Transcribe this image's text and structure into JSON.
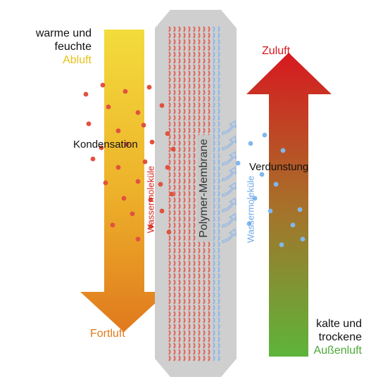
{
  "left_top": {
    "line1": "warme und",
    "line2": "feuchte",
    "line3": "Abluft"
  },
  "left_bottom": {
    "label": "Fortluft"
  },
  "right_top": {
    "label": "Zuluft"
  },
  "right_bottom": {
    "line1": "kalte und",
    "line2": "trockene",
    "line3": "Außenluft"
  },
  "center": {
    "membrane": "Polymer-Membrane",
    "left_molecules": "Wassermoleküle",
    "right_molecules": "Wassermoleküle",
    "condensation": "Kondensation",
    "evaporation": "Verdunstung"
  },
  "colors": {
    "exhaust_top": "#f3dc3c",
    "exhaust_bottom": "#e0791e",
    "supply_top": "#d7191f",
    "supply_bottom": "#5db43a",
    "abluft_text": "#e8c21a",
    "fortluft_text": "#e07a1c",
    "zuluft_text": "#d9141b",
    "aussenluft_text": "#4ea83a",
    "membrane_gray": "#cfcfcf",
    "red_channel": "#e2685d",
    "blue_channel": "#8fb7e7",
    "red_dot": "#e0523f",
    "blue_dot": "#7fb8ee"
  }
}
